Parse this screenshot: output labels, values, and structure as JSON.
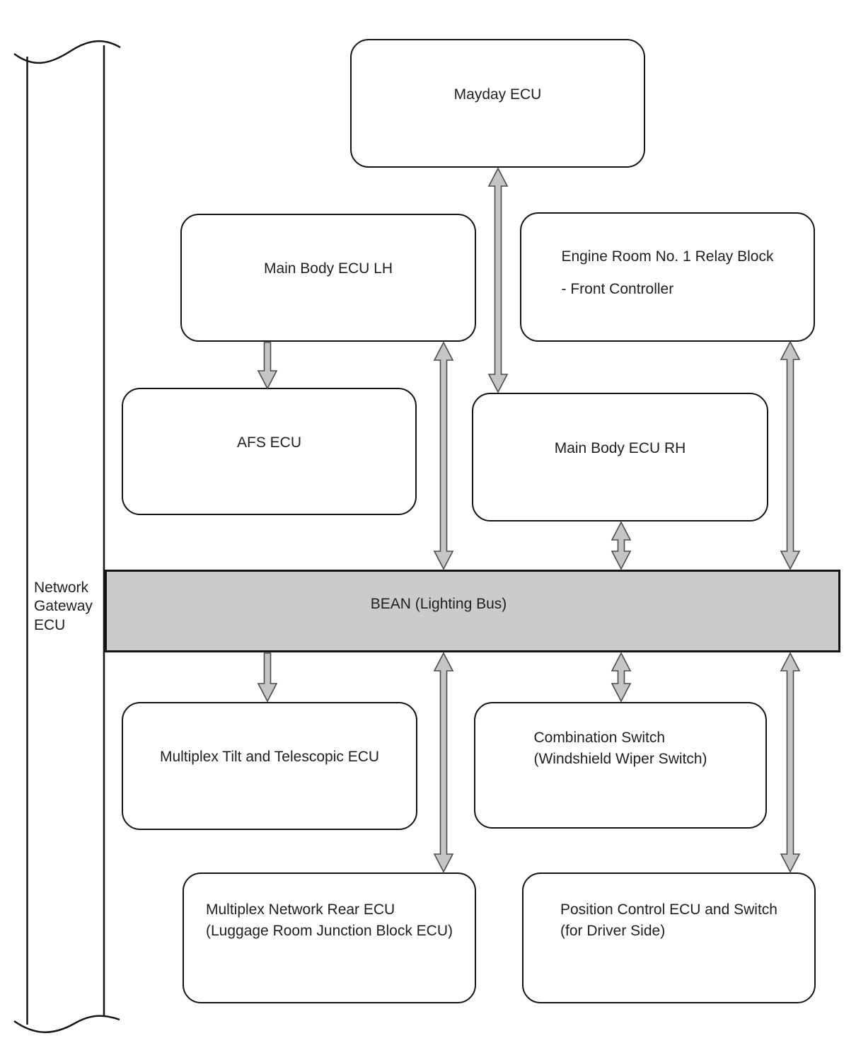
{
  "diagram": {
    "gateway": {
      "label": "Network Gateway ECU"
    },
    "bus": {
      "label": "BEAN (Lighting Bus)"
    },
    "nodes": {
      "mayday": {
        "label": "Mayday ECU"
      },
      "main_body_lh": {
        "label": "Main Body ECU LH"
      },
      "engine_room": {
        "line1": "Engine Room No. 1 Relay Block",
        "line2": "- Front Controller"
      },
      "afs": {
        "label": "AFS ECU"
      },
      "main_body_rh": {
        "label": "Main Body ECU RH"
      },
      "multiplex_tilt": {
        "label": "Multiplex Tilt and Telescopic ECU"
      },
      "combination": {
        "line1": "Combination Switch",
        "line2": "(Windshield Wiper Switch)"
      },
      "multiplex_rear": {
        "line1": "Multiplex Network Rear ECU",
        "line2": "(Luggage Room Junction Block ECU)"
      },
      "position_control": {
        "line1": "Position Control ECU and Switch",
        "line2": "(for Driver Side)"
      }
    },
    "connections": [
      {
        "from": "Main Body ECU LH",
        "to": "AFS ECU",
        "arrow": "one-way"
      },
      {
        "from": "Mayday ECU",
        "to": "Main Body ECU RH",
        "arrow": "two-way"
      },
      {
        "from": "Main Body ECU LH",
        "to": "BEAN (Lighting Bus)",
        "arrow": "two-way"
      },
      {
        "from": "Main Body ECU RH",
        "to": "BEAN (Lighting Bus)",
        "arrow": "two-way"
      },
      {
        "from": "Engine Room No. 1 Relay Block - Front Controller",
        "to": "BEAN (Lighting Bus)",
        "arrow": "two-way"
      },
      {
        "from": "BEAN (Lighting Bus)",
        "to": "Multiplex Tilt and Telescopic ECU",
        "arrow": "one-way"
      },
      {
        "from": "BEAN (Lighting Bus)",
        "to": "Multiplex Network Rear ECU (Luggage Room Junction Block ECU)",
        "arrow": "two-way"
      },
      {
        "from": "BEAN (Lighting Bus)",
        "to": "Combination Switch (Windshield Wiper Switch)",
        "arrow": "two-way"
      },
      {
        "from": "BEAN (Lighting Bus)",
        "to": "Position Control ECU and Switch (for Driver Side)",
        "arrow": "two-way"
      }
    ],
    "colors": {
      "bus_fill": "#cbcbcb",
      "arrow_fill": "#c5c5c5",
      "arrow_stroke": "#4c4c4c",
      "box_border": "#141414"
    }
  }
}
